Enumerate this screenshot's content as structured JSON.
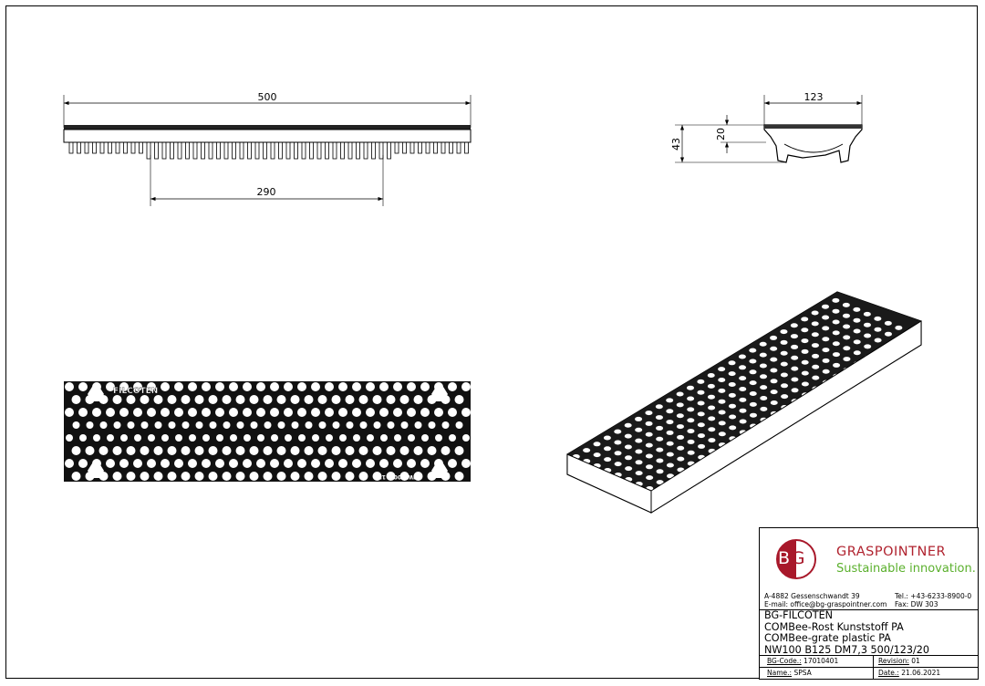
{
  "dimensions": {
    "length": "500",
    "support_spacing": "290",
    "width": "123",
    "height_total": "43",
    "height_grate": "20"
  },
  "grate_marking": {
    "brand": "FILCOTEN",
    "code": "NW 100 B 125"
  },
  "title_block": {
    "logo_letters": [
      "B",
      "G"
    ],
    "brand": "GRASPOINTNER",
    "tagline": "Sustainable innovation.",
    "brand_color": "#b0232f",
    "tagline_color": "#5bb02d",
    "address": "A-4882  Gessenschwandt 39",
    "email": "E-mail: office@bg-graspointner.com",
    "tel": "Tel.: +43-6233-8900-0",
    "fax": "Fax:  DW 303",
    "title_lines": [
      "BG-FILCOTEN",
      "COMBee-Rost Kunststoff PA",
      "COMBee-grate plastic PA",
      "NW100 B125 DM7,3 500/123/20"
    ],
    "bg_code_label": "BG-Code.:",
    "bg_code": "17010401",
    "revision_label": "Revision:",
    "revision": "01",
    "name_label": "Name.:",
    "name": "SPSA",
    "date_label": "Date.:",
    "date": "21.06.2021"
  }
}
